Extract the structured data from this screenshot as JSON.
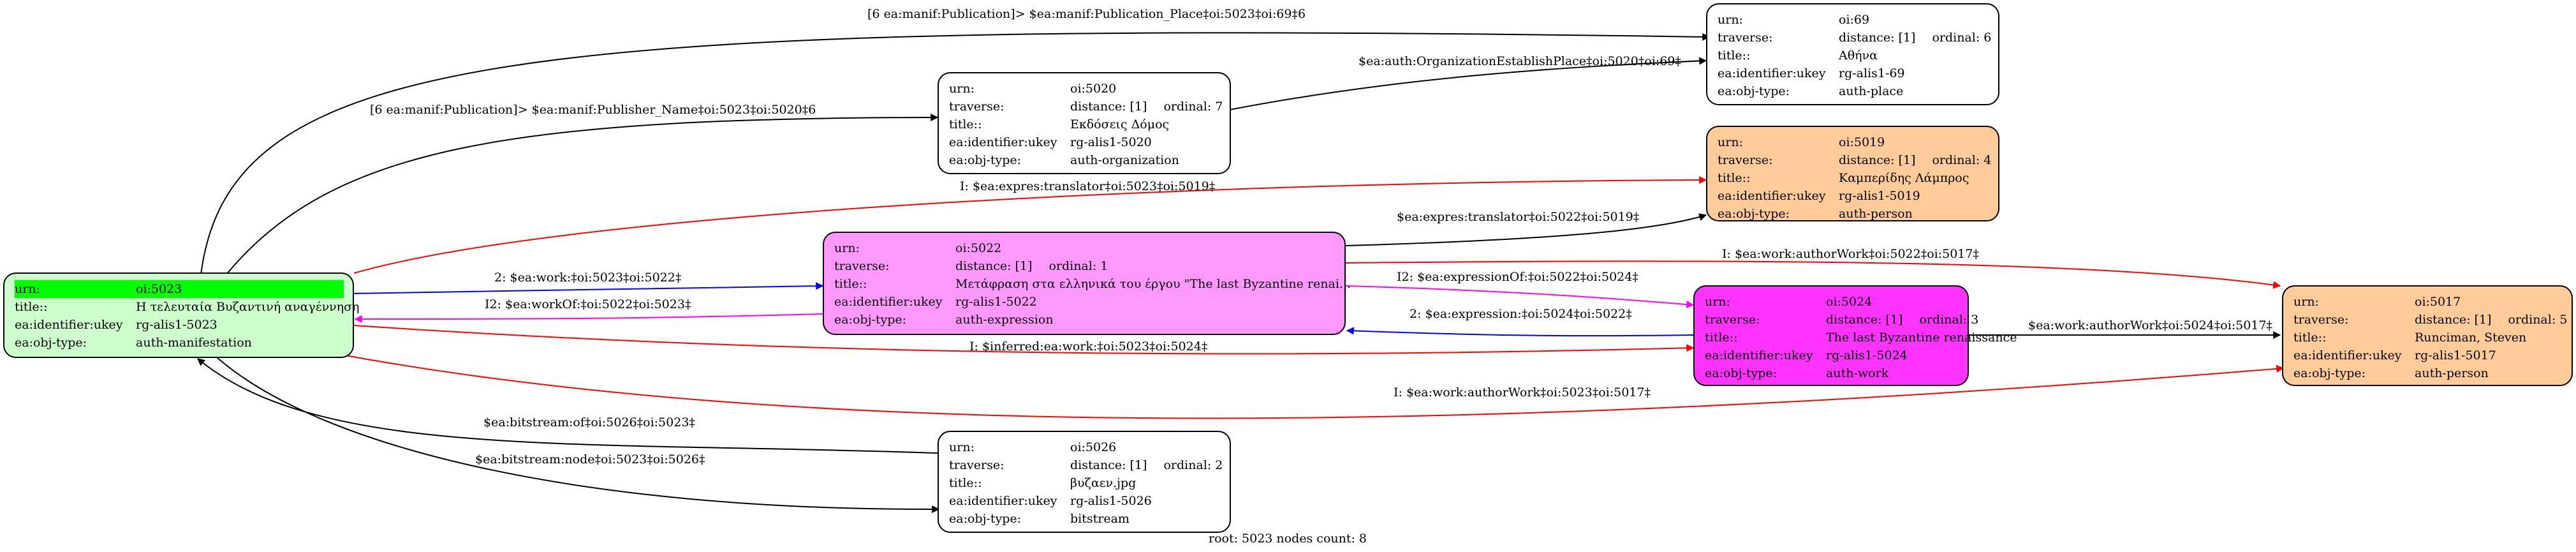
{
  "nodes": {
    "n5023": {
      "urn": {
        "key": "urn:",
        "value": "oi:5023"
      },
      "title": {
        "key": "title::",
        "value": "Η τελευταία Βυζαντινή αναγέννηση"
      },
      "ukey": {
        "key": "ea:identifier:ukey",
        "value": "rg-alis1-5023"
      },
      "objtype": {
        "key": "ea:obj-type:",
        "value": "auth-manifestation"
      },
      "fill": "#ccffcc",
      "highlight": "#00ff00"
    },
    "n5022": {
      "urn": {
        "key": "urn:",
        "value": "oi:5022"
      },
      "traverse": {
        "key": "traverse:",
        "distance": "distance: [1]",
        "ordinal": "ordinal: 1"
      },
      "title": {
        "key": "title::",
        "value": "Μετάφραση στα ελληνικά του έργου \"The last Byzantine renai..."
      },
      "ukey": {
        "key": "ea:identifier:ukey",
        "value": "rg-alis1-5022"
      },
      "objtype": {
        "key": "ea:obj-type:",
        "value": "auth-expression"
      },
      "fill": "#ff99ff"
    },
    "n5020": {
      "urn": {
        "key": "urn:",
        "value": "oi:5020"
      },
      "traverse": {
        "key": "traverse:",
        "distance": "distance: [1]",
        "ordinal": "ordinal: 7"
      },
      "title": {
        "key": "title::",
        "value": "Εκδόσεις Δόμος"
      },
      "ukey": {
        "key": "ea:identifier:ukey",
        "value": "rg-alis1-5020"
      },
      "objtype": {
        "key": "ea:obj-type:",
        "value": "auth-organization"
      },
      "fill": "#ffffff"
    },
    "n69": {
      "urn": {
        "key": "urn:",
        "value": "oi:69"
      },
      "traverse": {
        "key": "traverse:",
        "distance": "distance: [1]",
        "ordinal": "ordinal: 6"
      },
      "title": {
        "key": "title::",
        "value": "Αθήνα"
      },
      "ukey": {
        "key": "ea:identifier:ukey",
        "value": "rg-alis1-69"
      },
      "objtype": {
        "key": "ea:obj-type:",
        "value": "auth-place"
      },
      "fill": "#ffffff"
    },
    "n5019": {
      "urn": {
        "key": "urn:",
        "value": "oi:5019"
      },
      "traverse": {
        "key": "traverse:",
        "distance": "distance: [1]",
        "ordinal": "ordinal: 4"
      },
      "title": {
        "key": "title::",
        "value": "Καμπερίδης Λάμπρος"
      },
      "ukey": {
        "key": "ea:identifier:ukey",
        "value": "rg-alis1-5019"
      },
      "objtype": {
        "key": "ea:obj-type:",
        "value": "auth-person"
      },
      "fill": "#ffcc99"
    },
    "n5024": {
      "urn": {
        "key": "urn:",
        "value": "oi:5024"
      },
      "traverse": {
        "key": "traverse:",
        "distance": "distance: [1]",
        "ordinal": "ordinal: 3"
      },
      "title": {
        "key": "title::",
        "value": "The last Byzantine renaissance"
      },
      "ukey": {
        "key": "ea:identifier:ukey",
        "value": "rg-alis1-5024"
      },
      "objtype": {
        "key": "ea:obj-type:",
        "value": "auth-work"
      },
      "fill": "#ff33ff"
    },
    "n5017": {
      "urn": {
        "key": "urn:",
        "value": "oi:5017"
      },
      "traverse": {
        "key": "traverse:",
        "distance": "distance: [1]",
        "ordinal": "ordinal: 5"
      },
      "title": {
        "key": "title::",
        "value": "Runciman, Steven"
      },
      "ukey": {
        "key": "ea:identifier:ukey",
        "value": "rg-alis1-5017"
      },
      "objtype": {
        "key": "ea:obj-type:",
        "value": "auth-person"
      },
      "fill": "#ffcc99"
    },
    "n5026": {
      "urn": {
        "key": "urn:",
        "value": "oi:5026"
      },
      "traverse": {
        "key": "traverse:",
        "distance": "distance: [1]",
        "ordinal": "ordinal: 2"
      },
      "title": {
        "key": "title::",
        "value": "βυζαεν.jpg"
      },
      "ukey": {
        "key": "ea:identifier:ukey",
        "value": "rg-alis1-5026"
      },
      "objtype": {
        "key": "ea:obj-type:",
        "value": "bitstream"
      },
      "fill": "#ffffff"
    }
  },
  "edges": {
    "e1": {
      "label": "[6 ea:manif:Publication]> $ea:manif:Publication_Place‡oi:5023‡oi:69‡6",
      "color": "#000000"
    },
    "e2": {
      "label": "[6 ea:manif:Publication]> $ea:manif:Publisher_Name‡oi:5023‡oi:5020‡6",
      "color": "#000000"
    },
    "e3": {
      "label": "$ea:auth:OrganizationEstablishPlace‡oi:5020‡oi:69‡",
      "color": "#000000"
    },
    "e4": {
      "label": "I: $ea:expres:translator‡oi:5023‡oi:5019‡",
      "color": "#ff0000"
    },
    "e5": {
      "label": "$ea:expres:translator‡oi:5022‡oi:5019‡",
      "color": "#000000"
    },
    "e6": {
      "label": "2: $ea:work:‡oi:5023‡oi:5022‡",
      "color": "#0000ff"
    },
    "e7": {
      "label": "I2: $ea:workOf:‡oi:5022‡oi:5023‡",
      "color": "#ff00ff"
    },
    "e8": {
      "label": "I: $ea:work:authorWork‡oi:5022‡oi:5017‡",
      "color": "#ff0000"
    },
    "e9": {
      "label": "I2: $ea:expressionOf:‡oi:5022‡oi:5024‡",
      "color": "#ff00ff"
    },
    "e10": {
      "label": "2: $ea:expression:‡oi:5024‡oi:5022‡",
      "color": "#0000ff"
    },
    "e11": {
      "label": "I: $inferred:ea:work:‡oi:5023‡oi:5024‡",
      "color": "#ff0000"
    },
    "e12": {
      "label": "$ea:work:authorWork‡oi:5024‡oi:5017‡",
      "color": "#000000"
    },
    "e13": {
      "label": "I: $ea:work:authorWork‡oi:5023‡oi:5017‡",
      "color": "#ff0000"
    },
    "e14": {
      "label": "$ea:bitstream:of‡oi:5026‡oi:5023‡",
      "color": "#000000"
    },
    "e15": {
      "label": "$ea:bitstream:node‡oi:5023‡oi:5026‡",
      "color": "#000000"
    }
  },
  "footer": "root: 5023 nodes count: 8"
}
